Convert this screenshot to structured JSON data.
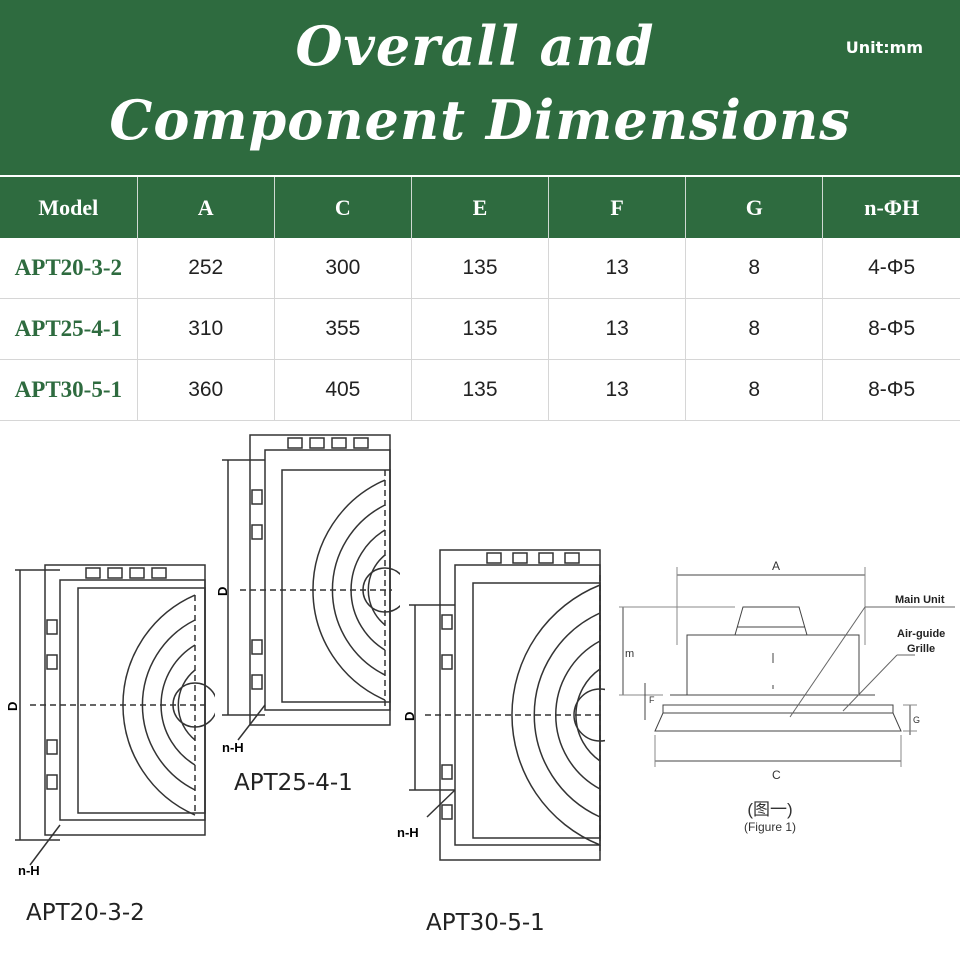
{
  "header": {
    "title_line1": "Overall and",
    "title_line2": "Component Dimensions",
    "unit": "Unit:mm"
  },
  "table": {
    "columns": [
      "Model",
      "A",
      "C",
      "E",
      "F",
      "G",
      "n-ΦH"
    ],
    "rows": [
      [
        "APT20-3-2",
        "252",
        "300",
        "135",
        "13",
        "8",
        "4-Φ5"
      ],
      [
        "APT25-4-1",
        "310",
        "355",
        "135",
        "13",
        "8",
        "8-Φ5"
      ],
      [
        "APT30-5-1",
        "360",
        "405",
        "135",
        "13",
        "8",
        "8-Φ5"
      ]
    ]
  },
  "drawings": {
    "dim_d": "D",
    "hole_label": "n-H",
    "captions": [
      "APT20-3-2",
      "APT25-4-1",
      "APT30-5-1"
    ]
  },
  "figure1": {
    "label_a": "A",
    "label_c": "C",
    "label_m": "m",
    "label_f": "F",
    "label_g": "G",
    "main_unit": "Main Unit",
    "air_guide": "Air-guide",
    "grille": "Grille",
    "title_cn": "(图一)",
    "title_en": "(Figure 1)"
  }
}
